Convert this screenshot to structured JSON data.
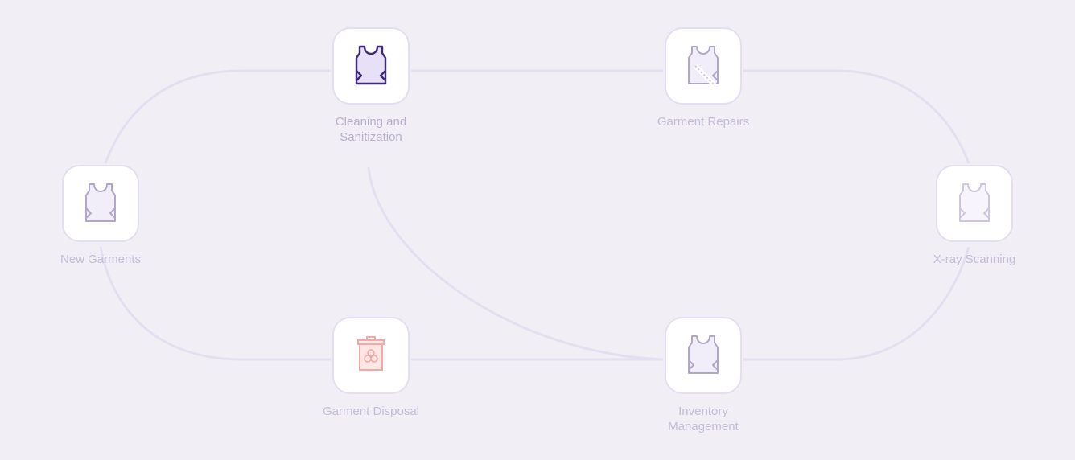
{
  "diagram": {
    "nodes": {
      "new_garments": {
        "label": "New Garments",
        "icon": "apron-icon",
        "state": "idle"
      },
      "cleaning": {
        "label": "Cleaning and Sanitization",
        "icon": "apron-icon",
        "state": "active"
      },
      "repairs": {
        "label": "Garment Repairs",
        "icon": "apron-repair-icon",
        "state": "idle"
      },
      "xray": {
        "label": "X-ray Scanning",
        "icon": "apron-icon",
        "state": "dim"
      },
      "inventory": {
        "label": "Inventory Management",
        "icon": "apron-icon",
        "state": "idle"
      },
      "disposal": {
        "label": "Garment Disposal",
        "icon": "biohazard-bin-icon",
        "state": "warning"
      }
    },
    "colors": {
      "background": "#f1eef6",
      "connector": "#e4dff0",
      "card_border": "#e4dff0",
      "active_icon": "#3f2a78",
      "active_fill": "#e7e0f6",
      "idle_icon": "#b1a7c9",
      "idle_fill": "#f2eef9",
      "dim_icon": "#cdc6dd",
      "warning_icon": "#f3a9a5",
      "warning_fill": "#fde6e4",
      "label": "#c5bdd8"
    }
  }
}
